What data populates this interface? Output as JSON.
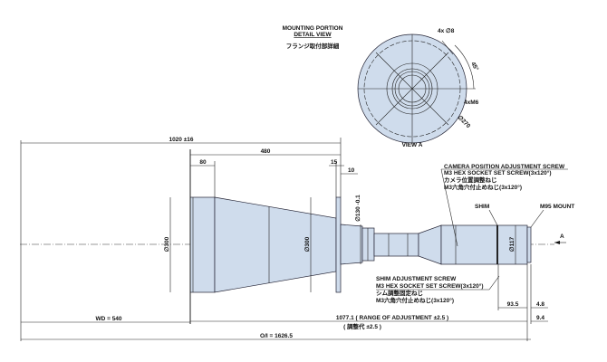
{
  "detail_view": {
    "title_line1": "MOUNTING PORTION",
    "title_line2": "DETAIL VIEW",
    "title_jp": "フランジ取付部詳細",
    "holes": "4x ∅8",
    "angle": "45°",
    "tapped": "4xM6",
    "pcd": "∅270",
    "view_label": "VIEW A"
  },
  "dimensions": {
    "overall_body": "1020 ±16",
    "d480": "480",
    "d80": "80",
    "d15": "15",
    "d10": "10",
    "dia300_a": "∅300",
    "dia300_b": "∅300",
    "dia130": "∅130 -0.1",
    "dia117": "∅117",
    "d93_5": "93.5",
    "d4_8": "4.8",
    "d9_4": "9.4",
    "wd": "WD = 540",
    "range": "1077.1 ( RANGE OF ADJUSTMENT ±2.5 )",
    "range_jp": "( 調整代 ±2.5 )",
    "oil": "O/I = 1626.5"
  },
  "callouts": {
    "camera_1": "CAMERA   POSITION ADJUSTMENT SCREW",
    "camera_2": "M3 HEX SOCKET SET SCREW(3x120°)",
    "camera_3": "カメラ位置調整ねじ",
    "camera_4": "M3六角穴付止めねじ(3x120°)",
    "shim": "SHIM",
    "mount": "M95 MOUNT",
    "shim_adj_1": "SHIM ADJUSTMENT SCREW",
    "shim_adj_2": "M3 HEX SOCKET SET SCREW(3x120°)",
    "shim_adj_3": "シム調整固定ねじ",
    "shim_adj_4": "M3六角穴付止めねじ(3x120°)",
    "view_arrow": "A"
  }
}
